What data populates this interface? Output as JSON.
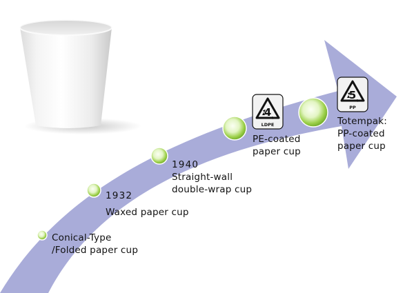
{
  "colors": {
    "arrow": "#a9acd9",
    "node_green": "#8fc63f",
    "node_highlight": "#f2fbe2",
    "text": "#111111",
    "symbol_bg": "#f2f2f2"
  },
  "icons": {
    "cup": "paper-cup-photo",
    "arrow": "timeline-arrow",
    "node": "green-sphere",
    "recycle": "recycling-triangle"
  },
  "timeline": [
    {
      "year": "",
      "lines": [
        "Conical-Type",
        "/Folded paper cup"
      ]
    },
    {
      "year": "1932",
      "lines": [
        "Waxed paper cup"
      ]
    },
    {
      "year": "1940",
      "lines": [
        "Straight-wall",
        "double-wrap cup"
      ]
    },
    {
      "year": "",
      "lines": [
        "PE-coated",
        "paper cup"
      ],
      "symbol": {
        "number": "4",
        "abbr": "LDPE"
      }
    },
    {
      "year": "",
      "lines": [
        "Totempak:",
        "PP-coated",
        "paper cup"
      ],
      "symbol": {
        "number": "5",
        "abbr": "PP"
      }
    }
  ]
}
